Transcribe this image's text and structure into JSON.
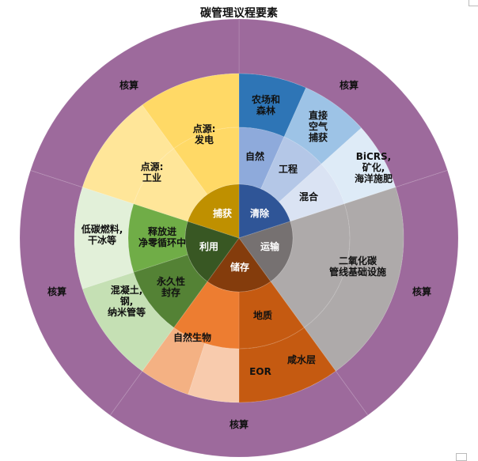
{
  "title": "碳管理议程要素",
  "accounting": {
    "label": "核算",
    "color": "#9d6a9c"
  },
  "hub": [
    {
      "label": "清除",
      "color": "#2f5597"
    },
    {
      "label": "运输",
      "color": "#767171"
    },
    {
      "label": "储存",
      "color": "#843c0c"
    },
    {
      "label": "利用",
      "color": "#385723"
    },
    {
      "label": "捕获",
      "color": "#bf9000"
    }
  ],
  "middle": [
    {
      "label": "自然",
      "color": "#8eaadb"
    },
    {
      "label": "工程",
      "color": "#b4c7e7"
    },
    {
      "label": "混合",
      "color": "#dae3f3"
    },
    {
      "label": "",
      "color": "#aeaaaa"
    },
    {
      "label": "自然生物",
      "color": "#c55a11"
    },
    {
      "label": "地质",
      "color": "#ed7d31"
    },
    {
      "label": "永久性\n封存",
      "color": "#548235"
    },
    {
      "label": "释放进\n净零循环中",
      "color": "#70ad47"
    },
    {
      "label": "",
      "color": "#ffe699"
    },
    {
      "label": "",
      "color": "#ffd966"
    }
  ],
  "outer": [
    {
      "label": "农场和\n森林",
      "color": "#2e75b6"
    },
    {
      "label": "直接\n空气\n捕获",
      "color": "#9dc3e6"
    },
    {
      "label": "BiCRS,\n矿化,\n海洋施肥",
      "color": "#deebf7"
    },
    {
      "label": "二氧化碳\n管线基础设施",
      "color": "#aeaaaa"
    },
    {
      "label": "",
      "color": "#c55a11"
    },
    {
      "label": "EOR",
      "color": "#f8cbad"
    },
    {
      "label": "咸水层",
      "color": "#f4b183"
    },
    {
      "label": "混凝土,\n钢,\n纳米管等",
      "color": "#c5e0b4"
    },
    {
      "label": "低碳燃料,\n干冰等",
      "color": "#e2f0d9"
    },
    {
      "label": "点源:\n工业",
      "color": "#ffe699"
    },
    {
      "label": "点源:\n发电",
      "color": "#ffd966"
    }
  ]
}
